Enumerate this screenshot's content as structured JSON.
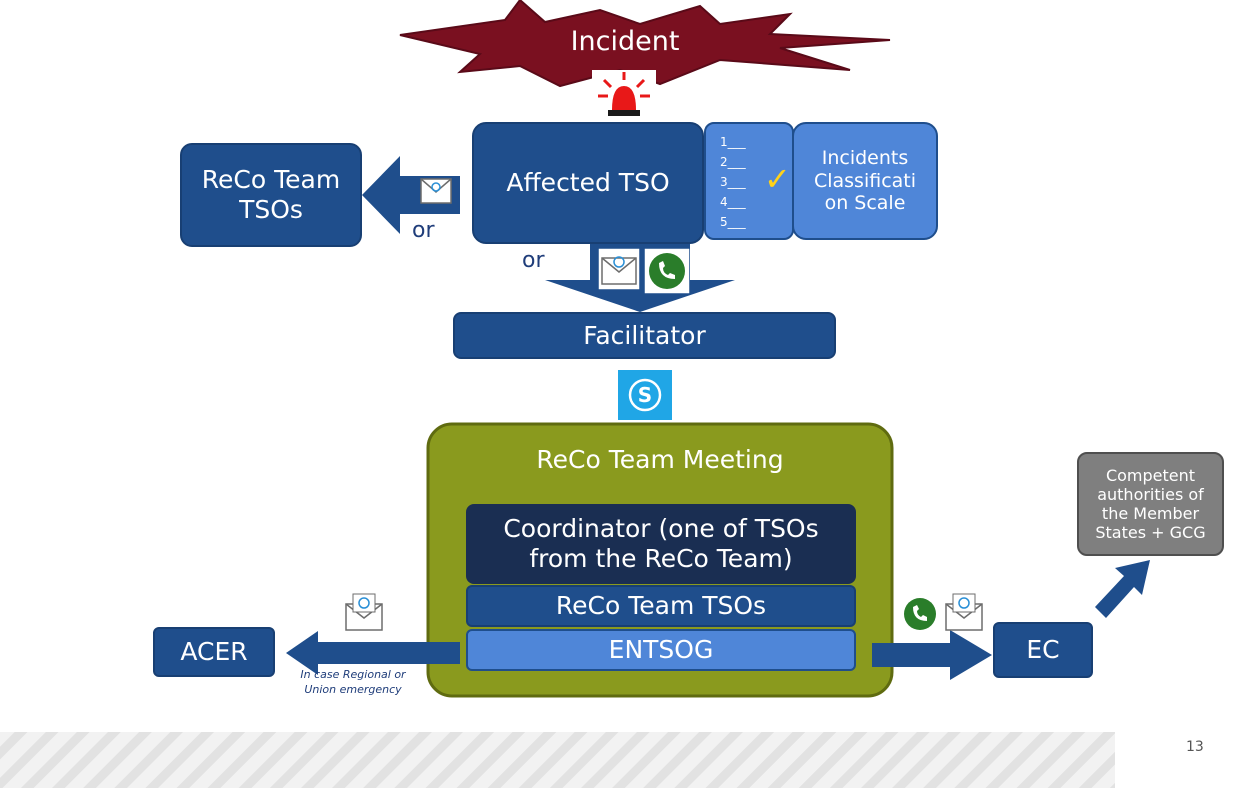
{
  "incident": {
    "label": "Incident"
  },
  "affected_tso": {
    "label": "Affected TSO"
  },
  "classification": {
    "label": "Incidents Classificati on Scale",
    "checklist": [
      "1___",
      "2___",
      "3___",
      "4___",
      "5___"
    ],
    "checkmark": "✓"
  },
  "reco_tsos_top": {
    "label": "ReCo Team TSOs"
  },
  "connectors": {
    "or_left": "or",
    "or_bottom": "or"
  },
  "facilitator": {
    "label": "Facilitator"
  },
  "meeting": {
    "title": "ReCo Team Meeting",
    "coordinator": "Coordinator (one of TSOs from the ReCo Team)",
    "tsos": "ReCo Team TSOs",
    "entsog": "ENTSOG"
  },
  "acer": {
    "label": "ACER",
    "note": "In case Regional or Union emergency"
  },
  "ec": {
    "label": "EC"
  },
  "competent": {
    "label": "Competent authorities of the Member States + GCG"
  },
  "page_number": "13",
  "icons": [
    "siren-icon",
    "email-icon",
    "phone-icon",
    "skype-icon",
    "checklist-icon"
  ],
  "colors": {
    "navy": "#1f4e8c",
    "dark_navy": "#1a2e52",
    "light_blue": "#4f86d8",
    "olive": "#8a9a1e",
    "incident_red": "#7a1020",
    "gray": "#7f7f7f",
    "skype": "#20a6e6",
    "phone_green": "#2a7d2a"
  }
}
